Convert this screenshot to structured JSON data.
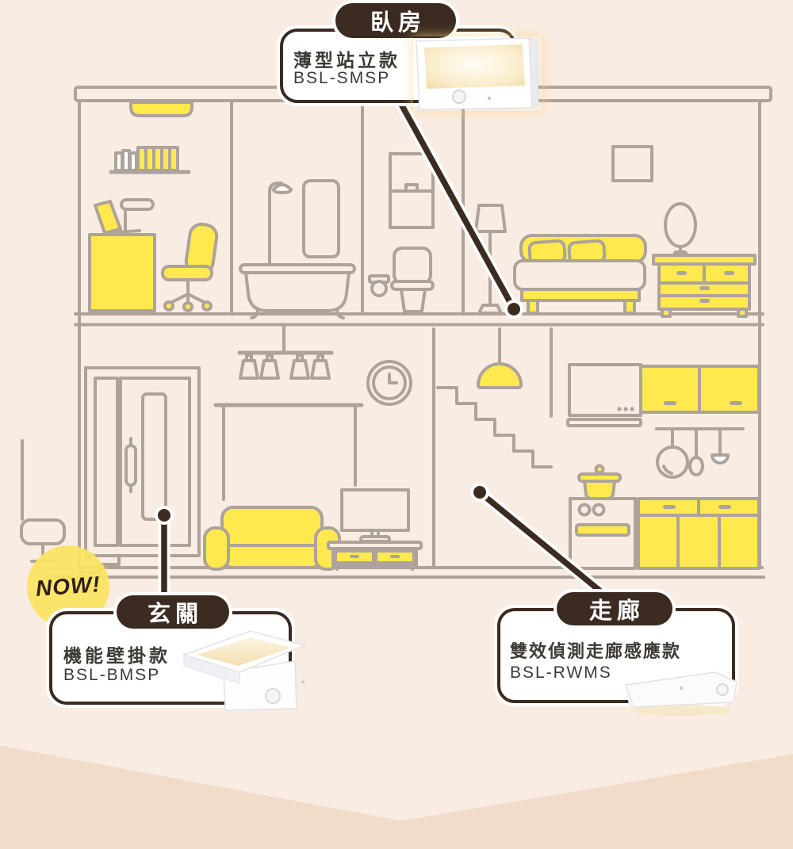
{
  "page": {
    "background": "#f9ece3",
    "footer_background": "#f0dcc8",
    "type": "home-floorplan-product-banner"
  },
  "colors": {
    "accent_yellow": "#ffe94f",
    "outline_taupe": "#ada39b",
    "dark_brown": "#3b2b21",
    "card_background": "#ffffff",
    "text": "#3d3a36"
  },
  "badge": {
    "label": "NOW!"
  },
  "callouts": {
    "bedroom": {
      "room_label": "臥房",
      "product_name": "薄型站立款",
      "model": "BSL-SMSP"
    },
    "entrance": {
      "room_label": "玄關",
      "product_name": "機能壁掛款",
      "model": "BSL-BMSP"
    },
    "corridor": {
      "room_label": "走廊",
      "product_name": "雙效偵測走廊感應款",
      "model": "BSL-RWMS"
    }
  },
  "illustration": {
    "floors": [
      {
        "name": "upper-floor",
        "rooms": [
          "study",
          "bathroom",
          "toilet",
          "bedroom"
        ]
      },
      {
        "name": "ground-floor",
        "rooms": [
          "entrance",
          "living-room",
          "stairwell",
          "kitchen"
        ]
      }
    ]
  }
}
